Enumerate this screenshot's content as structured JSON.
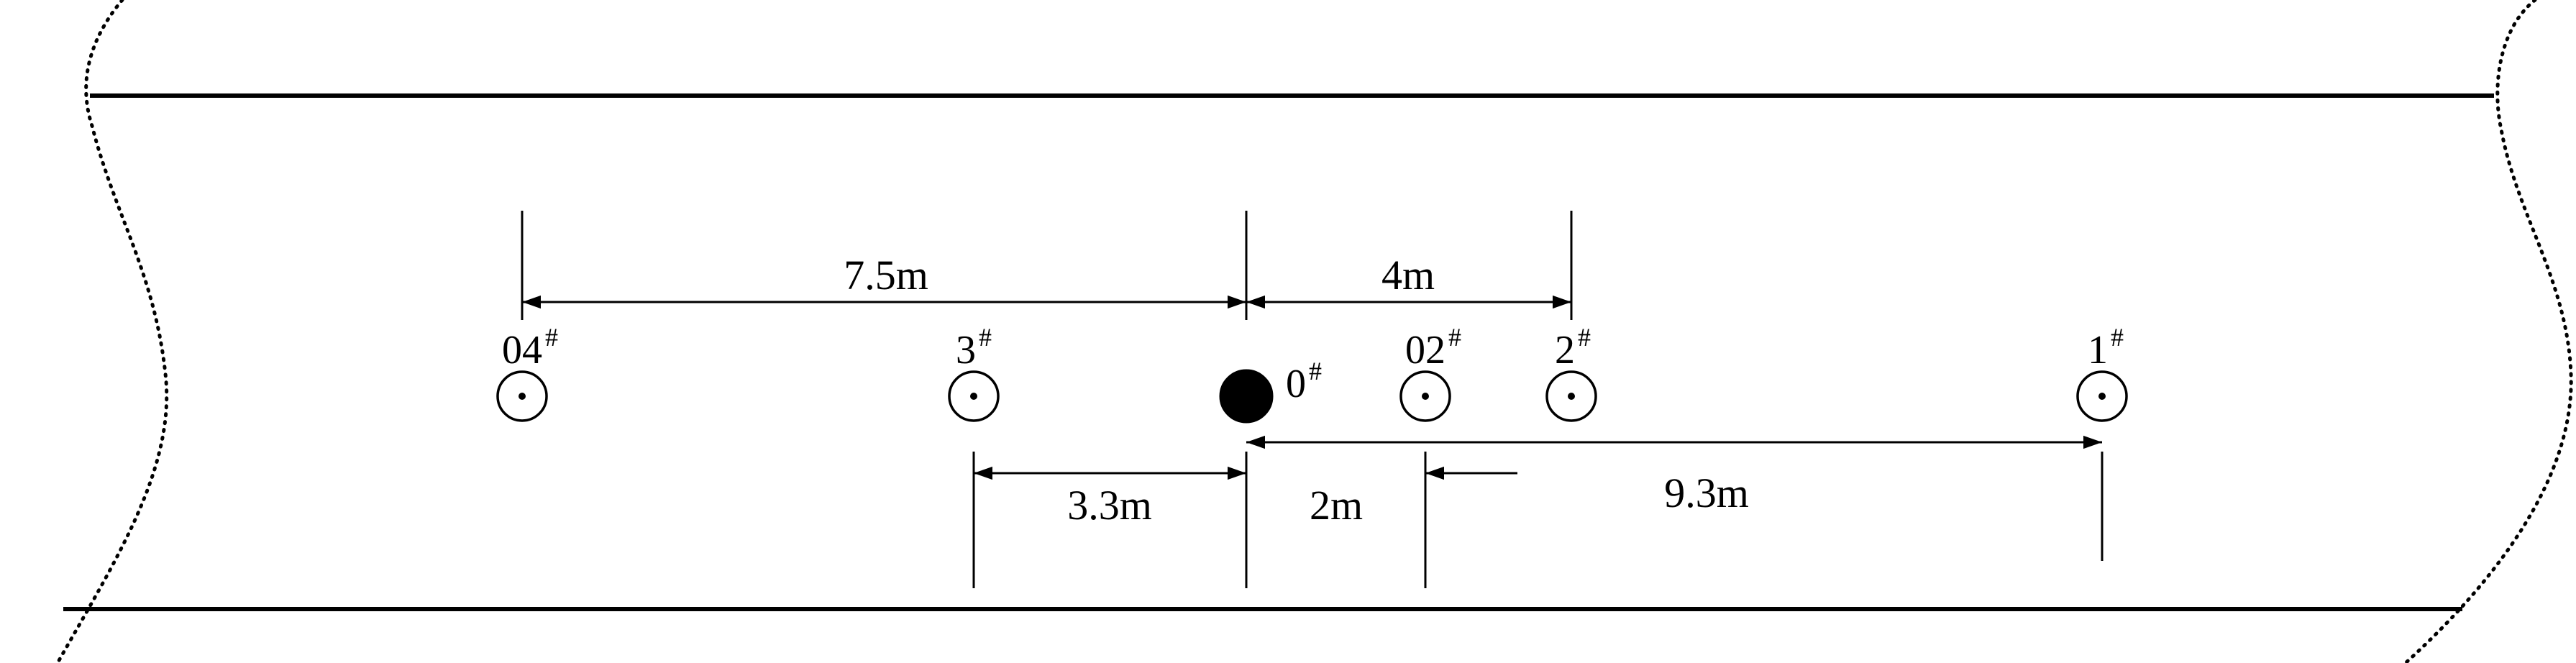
{
  "colors": {
    "stroke": "#000000",
    "background": "#ffffff",
    "charge": "#000000"
  },
  "holes": [
    {
      "id": "04",
      "label": "04",
      "sup": "#",
      "kind": "monitor"
    },
    {
      "id": "3",
      "label": "3",
      "sup": "#",
      "kind": "monitor"
    },
    {
      "id": "0",
      "label": "0",
      "sup": "#",
      "kind": "charge"
    },
    {
      "id": "02",
      "label": "02",
      "sup": "#",
      "kind": "monitor"
    },
    {
      "id": "2",
      "label": "2",
      "sup": "#",
      "kind": "monitor"
    },
    {
      "id": "1",
      "label": "1",
      "sup": "#",
      "kind": "monitor"
    }
  ],
  "dimensions": {
    "d_04_0": "7.5m",
    "d_0_2": "4m",
    "d_3_0": "3.3m",
    "d_0_02": "2m",
    "d_0_1": "9.3m"
  }
}
